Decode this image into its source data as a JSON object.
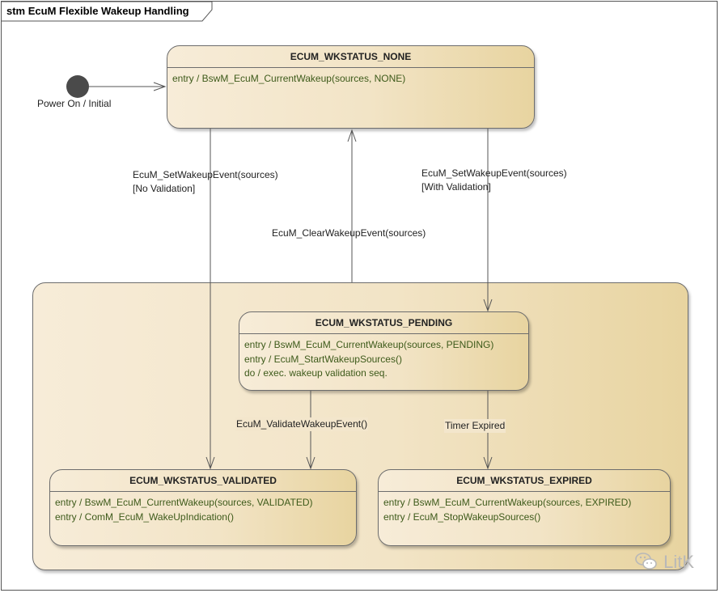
{
  "frame": {
    "title": "stm EcuM Flexible Wakeup Handling"
  },
  "initial": {
    "label": "Power On / Initial"
  },
  "states": {
    "none": {
      "name": "ECUM_WKSTATUS_NONE",
      "lines": [
        "entry / BswM_EcuM_CurrentWakeup(sources, NONE)"
      ]
    },
    "pending": {
      "name": "ECUM_WKSTATUS_PENDING",
      "lines": [
        "entry / BswM_EcuM_CurrentWakeup(sources, PENDING)",
        "entry / EcuM_StartWakeupSources()",
        "do / exec. wakeup validation seq."
      ]
    },
    "validated": {
      "name": "ECUM_WKSTATUS_VALIDATED",
      "lines": [
        "entry / BswM_EcuM_CurrentWakeup(sources, VALIDATED)",
        "entry / ComM_EcuM_WakeUpIndication()"
      ]
    },
    "expired": {
      "name": "ECUM_WKSTATUS_EXPIRED",
      "lines": [
        "entry / BswM_EcuM_CurrentWakeup(sources, EXPIRED)",
        "entry / EcuM_StopWakeupSources()"
      ]
    }
  },
  "transitions": {
    "no_validation": {
      "line1": "EcuM_SetWakeupEvent(sources)",
      "line2": "[No Validation]"
    },
    "with_validation": {
      "line1": "EcuM_SetWakeupEvent(sources)",
      "line2": "[With Validation]"
    },
    "clear": {
      "label": "EcuM_ClearWakeupEvent(sources)"
    },
    "validate": {
      "label": "EcuM_ValidateWakeupEvent()"
    },
    "timer": {
      "label": "Timer Expired"
    }
  },
  "watermark": {
    "icon": "wechat-icon",
    "text": "LitK"
  }
}
